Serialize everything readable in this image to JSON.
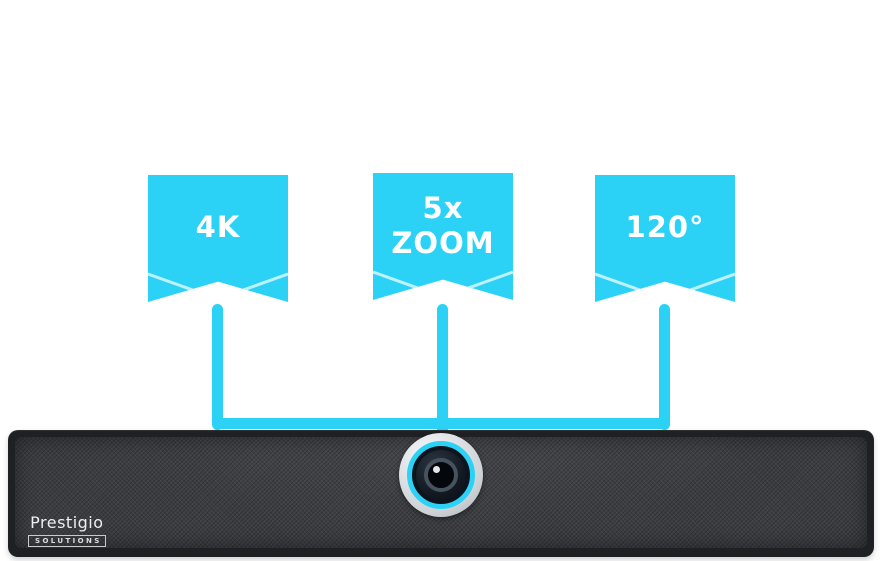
{
  "colors": {
    "accent_cyan": "#2BD2F5",
    "accent_cyan_light": "#BDF2FC",
    "device_frame": "#1E2023",
    "device_fabric": "#3B3D41",
    "background": "#FFFFFF",
    "text_on_accent": "#FFFFFF"
  },
  "feature_badges": [
    {
      "id": "resolution",
      "label": "4K"
    },
    {
      "id": "zoom",
      "label": "5x\nZOOM"
    },
    {
      "id": "field_of_view",
      "label": "120°"
    }
  ],
  "device": {
    "brand": "Prestigio",
    "brand_subtitle": "SOLUTIONS"
  },
  "icons": {
    "badge_chevron": "chevron-down-line",
    "camera": "camera-lens"
  }
}
